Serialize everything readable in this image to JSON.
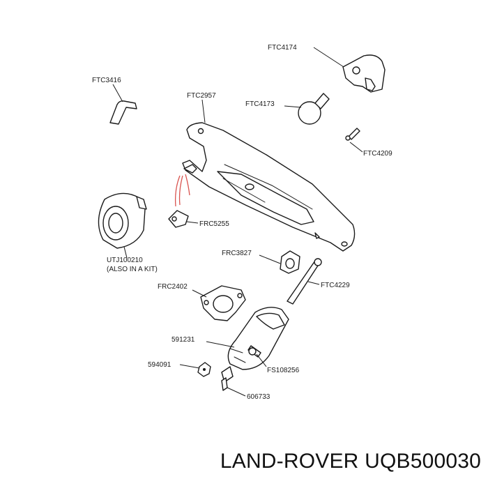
{
  "diagram": {
    "labels": {
      "ftc4174": "FTC4174",
      "ftc3416": "FTC3416",
      "ftc2957": "FTC2957",
      "ftc4173": "FTC4173",
      "ftc4209": "FTC4209",
      "frc5255": "FRC5255",
      "utj_line1": "UTJ100210",
      "utj_line2": "(ALSO IN A KIT)",
      "frc3827": "FRC3827",
      "frc2402": "FRC2402",
      "ftc4229": "FTC4229",
      "n591231": "591231",
      "fs108256": "FS108256",
      "n594091": "594091",
      "n606733": "606733"
    }
  },
  "footer": {
    "text": "LAND-ROVER UQB500030"
  }
}
